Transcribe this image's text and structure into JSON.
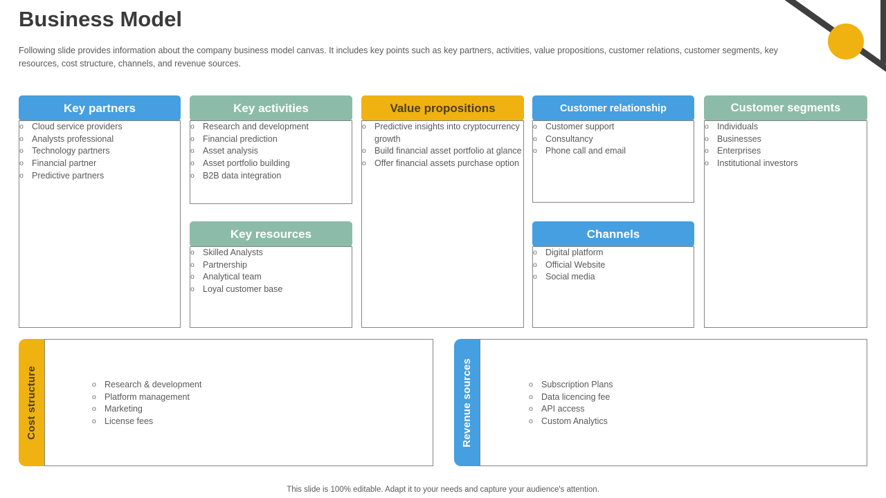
{
  "slide": {
    "title": "Business Model",
    "subtitle": "Following slide provides information about the company business model canvas. It includes key points such as key partners, activities, value propositions, customer relations, customer segments, key resources, cost structure, channels, and revenue sources.",
    "footer": "This slide is 100% editable. Adapt it to your needs and capture your audience's attention."
  },
  "colors": {
    "blue": "#459fe0",
    "green": "#8cbca9",
    "yellow": "#efb211",
    "body_text": "#595959",
    "title_text": "#3a3a3a",
    "box_border": "#848484",
    "dark_on_yellow": "#4a3f17",
    "deco_line": "#3f3f3f"
  },
  "boxes": {
    "key_partners": {
      "title": "Key partners",
      "items": [
        "Cloud service providers",
        "Analysts professional",
        "Technology partners",
        "Financial partner",
        "Predictive partners"
      ]
    },
    "key_activities": {
      "title": "Key activities",
      "items": [
        "Research and development",
        "Financial prediction",
        "Asset analysis",
        "Asset portfolio building",
        "B2B data integration"
      ]
    },
    "key_resources": {
      "title": "Key resources",
      "items": [
        "Skilled Analysts",
        "Partnership",
        "Analytical team",
        "Loyal customer base"
      ]
    },
    "value_propositions": {
      "title": "Value propositions",
      "items": [
        "Predictive insights into cryptocurrency growth",
        "Build financial asset portfolio at glance",
        "Offer financial assets purchase option"
      ]
    },
    "customer_relationship": {
      "title": "Customer relationship",
      "items": [
        "Customer support",
        "Consultancy",
        "Phone call and email"
      ]
    },
    "channels": {
      "title": "Channels",
      "items": [
        "Digital platform",
        "Official Website",
        "Social media"
      ]
    },
    "customer_segments": {
      "title": "Customer segments",
      "items": [
        "Individuals",
        "Businesses",
        "Enterprises",
        "Institutional investors"
      ]
    },
    "cost_structure": {
      "title": "Cost structure",
      "items": [
        "Research & development",
        "Platform management",
        "Marketing",
        "License fees"
      ]
    },
    "revenue_sources": {
      "title": "Revenue sources",
      "items": [
        "Subscription Plans",
        "Data licencing fee",
        "API access",
        "Custom Analytics"
      ]
    }
  },
  "bullet_glyph": "o"
}
